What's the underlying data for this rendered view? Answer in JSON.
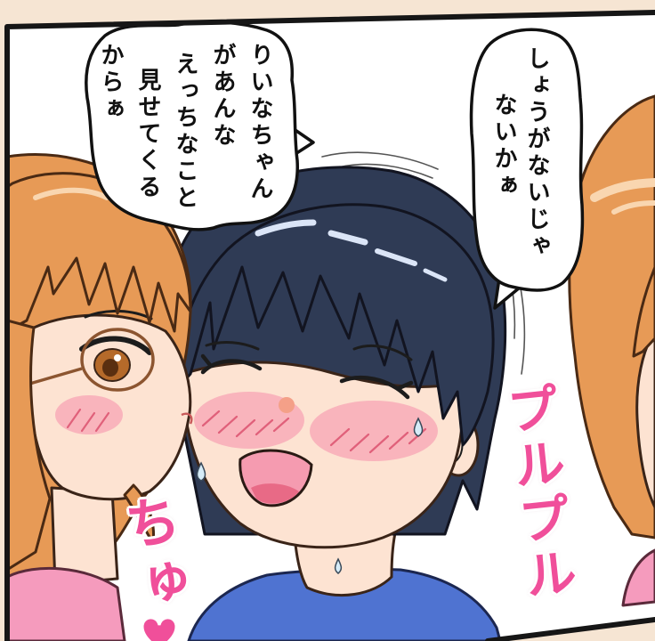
{
  "speech_bubbles": [
    {
      "lines": [
        "りいなちゃん",
        "があんな",
        "えっちなこと",
        "見せてくる",
        "からぁ"
      ]
    },
    {
      "lines": [
        "しょうがないじゃ",
        "ないかぁ"
      ]
    }
  ],
  "sound_effects": {
    "trembling": "プルプル",
    "kiss": "ちゅ"
  },
  "colors": {
    "page_background": "#f6e5d3",
    "panel_border": "#161616",
    "sound_effect": "#f04f9a",
    "dark_hair": "#2f3b55",
    "orange_hair": "#e79a56",
    "skin": "#fde3d2",
    "blush": "#f7a6b6",
    "blue_shirt": "#4f73d1",
    "pink_shirt": "#f59bbd"
  }
}
